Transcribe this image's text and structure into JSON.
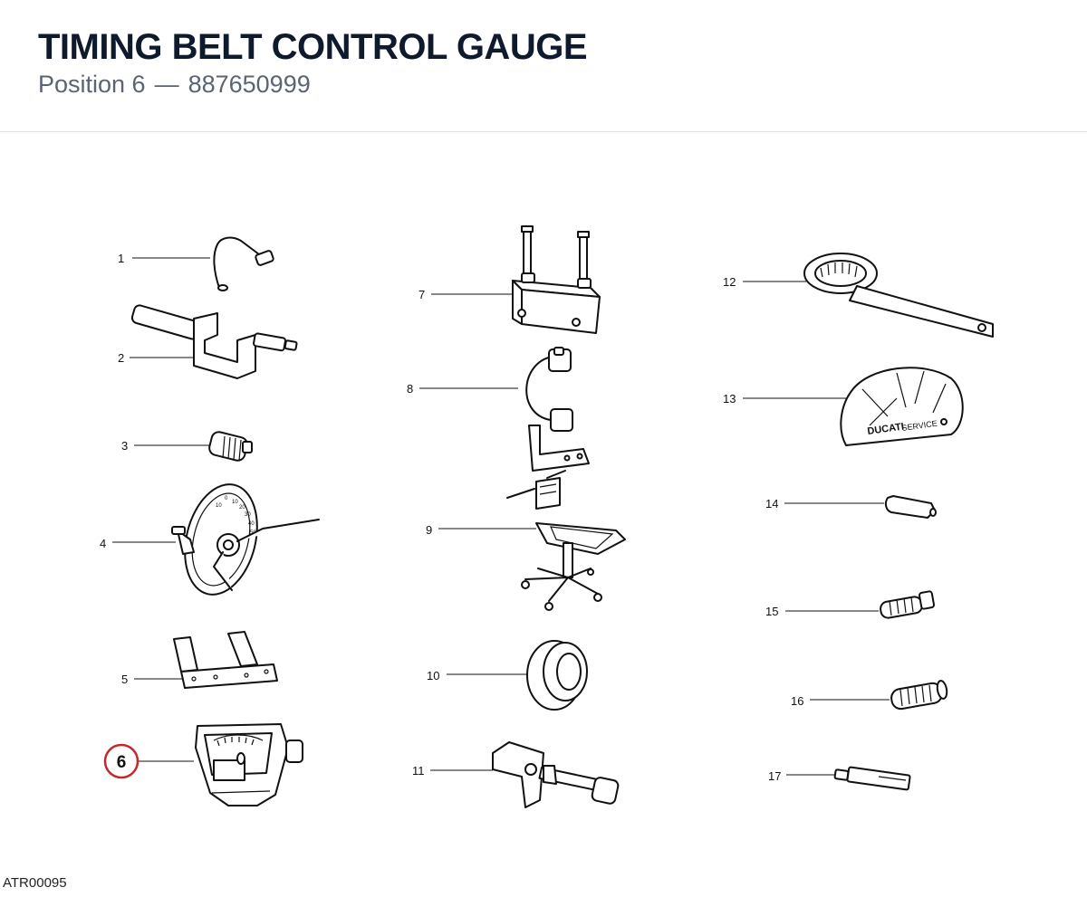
{
  "header": {
    "title": "TIMING BELT CONTROL GAUGE",
    "position_label": "Position 6",
    "separator": "—",
    "part_number": "887650999"
  },
  "selected_callout": "6",
  "colors": {
    "highlight_ring": "#c62828",
    "title": "#0f1a2c",
    "subtitle": "#5b6472"
  },
  "callouts": [
    "1",
    "2",
    "3",
    "4",
    "5",
    "6",
    "7",
    "8",
    "9",
    "10",
    "11",
    "12",
    "13",
    "14",
    "15",
    "16",
    "17"
  ],
  "tool_texts": {
    "bag_brand": "DUCATI",
    "bag_word": "SERVICE",
    "dial_numbers": [
      "10",
      "0",
      "10",
      "20",
      "30",
      "40",
      "50"
    ]
  },
  "footer": {
    "code": "ATR00095"
  }
}
